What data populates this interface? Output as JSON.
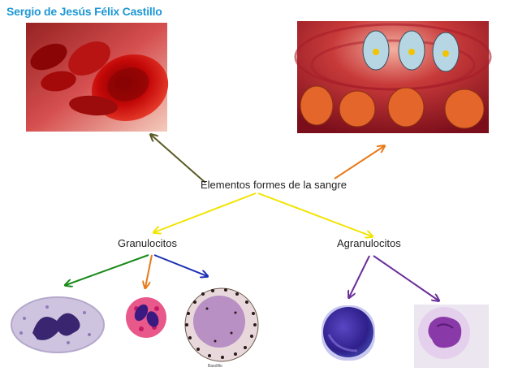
{
  "author": "Sergio de Jesús Félix Castillo",
  "central_concept": "Elementos formes de la sangre",
  "branches": {
    "left": "Granulocitos",
    "right": "Agranulocitos"
  },
  "image_caption": "Basófilo",
  "colors": {
    "author": "#1d97d6",
    "yellow_arrow": "#f2e400",
    "olive_arrow": "#5a5a26",
    "orange_arrow": "#e87a1a",
    "green_arrow": "#1a8a1a",
    "blue_arrow": "#1a2fb4",
    "purple_arrow": "#6a2f9a"
  }
}
